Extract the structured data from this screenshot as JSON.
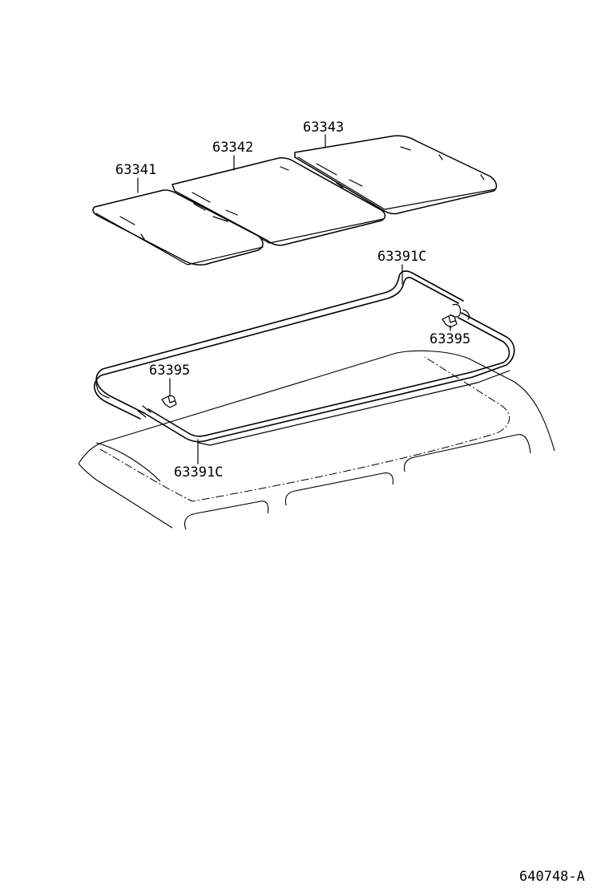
{
  "diagram": {
    "callouts": {
      "panel_rear": "63341",
      "panel_middle": "63342",
      "panel_front": "63343",
      "seal_top": "63391C",
      "seal_bottom": "63391C",
      "clip_left": "63395",
      "clip_right": "63395"
    },
    "figure_code": "640748-A"
  }
}
